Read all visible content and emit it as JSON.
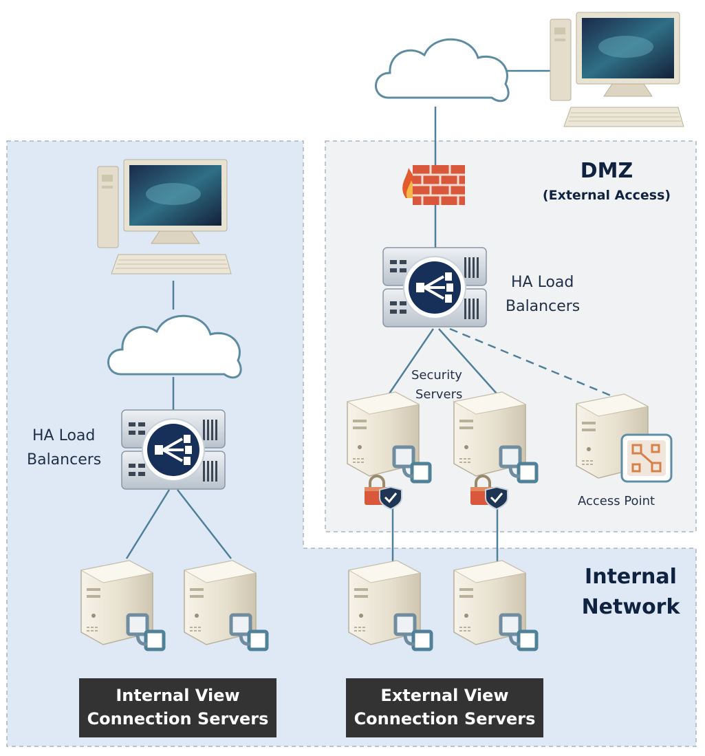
{
  "dmz": {
    "title": "DMZ",
    "subtitle": "(External Access)"
  },
  "internal": {
    "title_line1": "Internal",
    "title_line2": "Network"
  },
  "load_balancer_left": {
    "line1": "HA Load",
    "line2": "Balancers"
  },
  "load_balancer_right": {
    "line1": "HA Load",
    "line2": "Balancers"
  },
  "security_servers": {
    "line1": "Security",
    "line2": "Servers"
  },
  "access_point": {
    "label": "Access Point"
  },
  "internal_servers": {
    "line1": "Internal View",
    "line2": "Connection Servers"
  },
  "external_servers": {
    "line1": "External View",
    "line2": "Connection Servers"
  },
  "colors": {
    "internal_zone": "#dfe9f5",
    "dmz_zone": "#f1f2f4",
    "link": "#4f7f9a",
    "label_bar": "#333333",
    "firewall": "#d9583b",
    "load_balancer_badge": "#16305a"
  }
}
